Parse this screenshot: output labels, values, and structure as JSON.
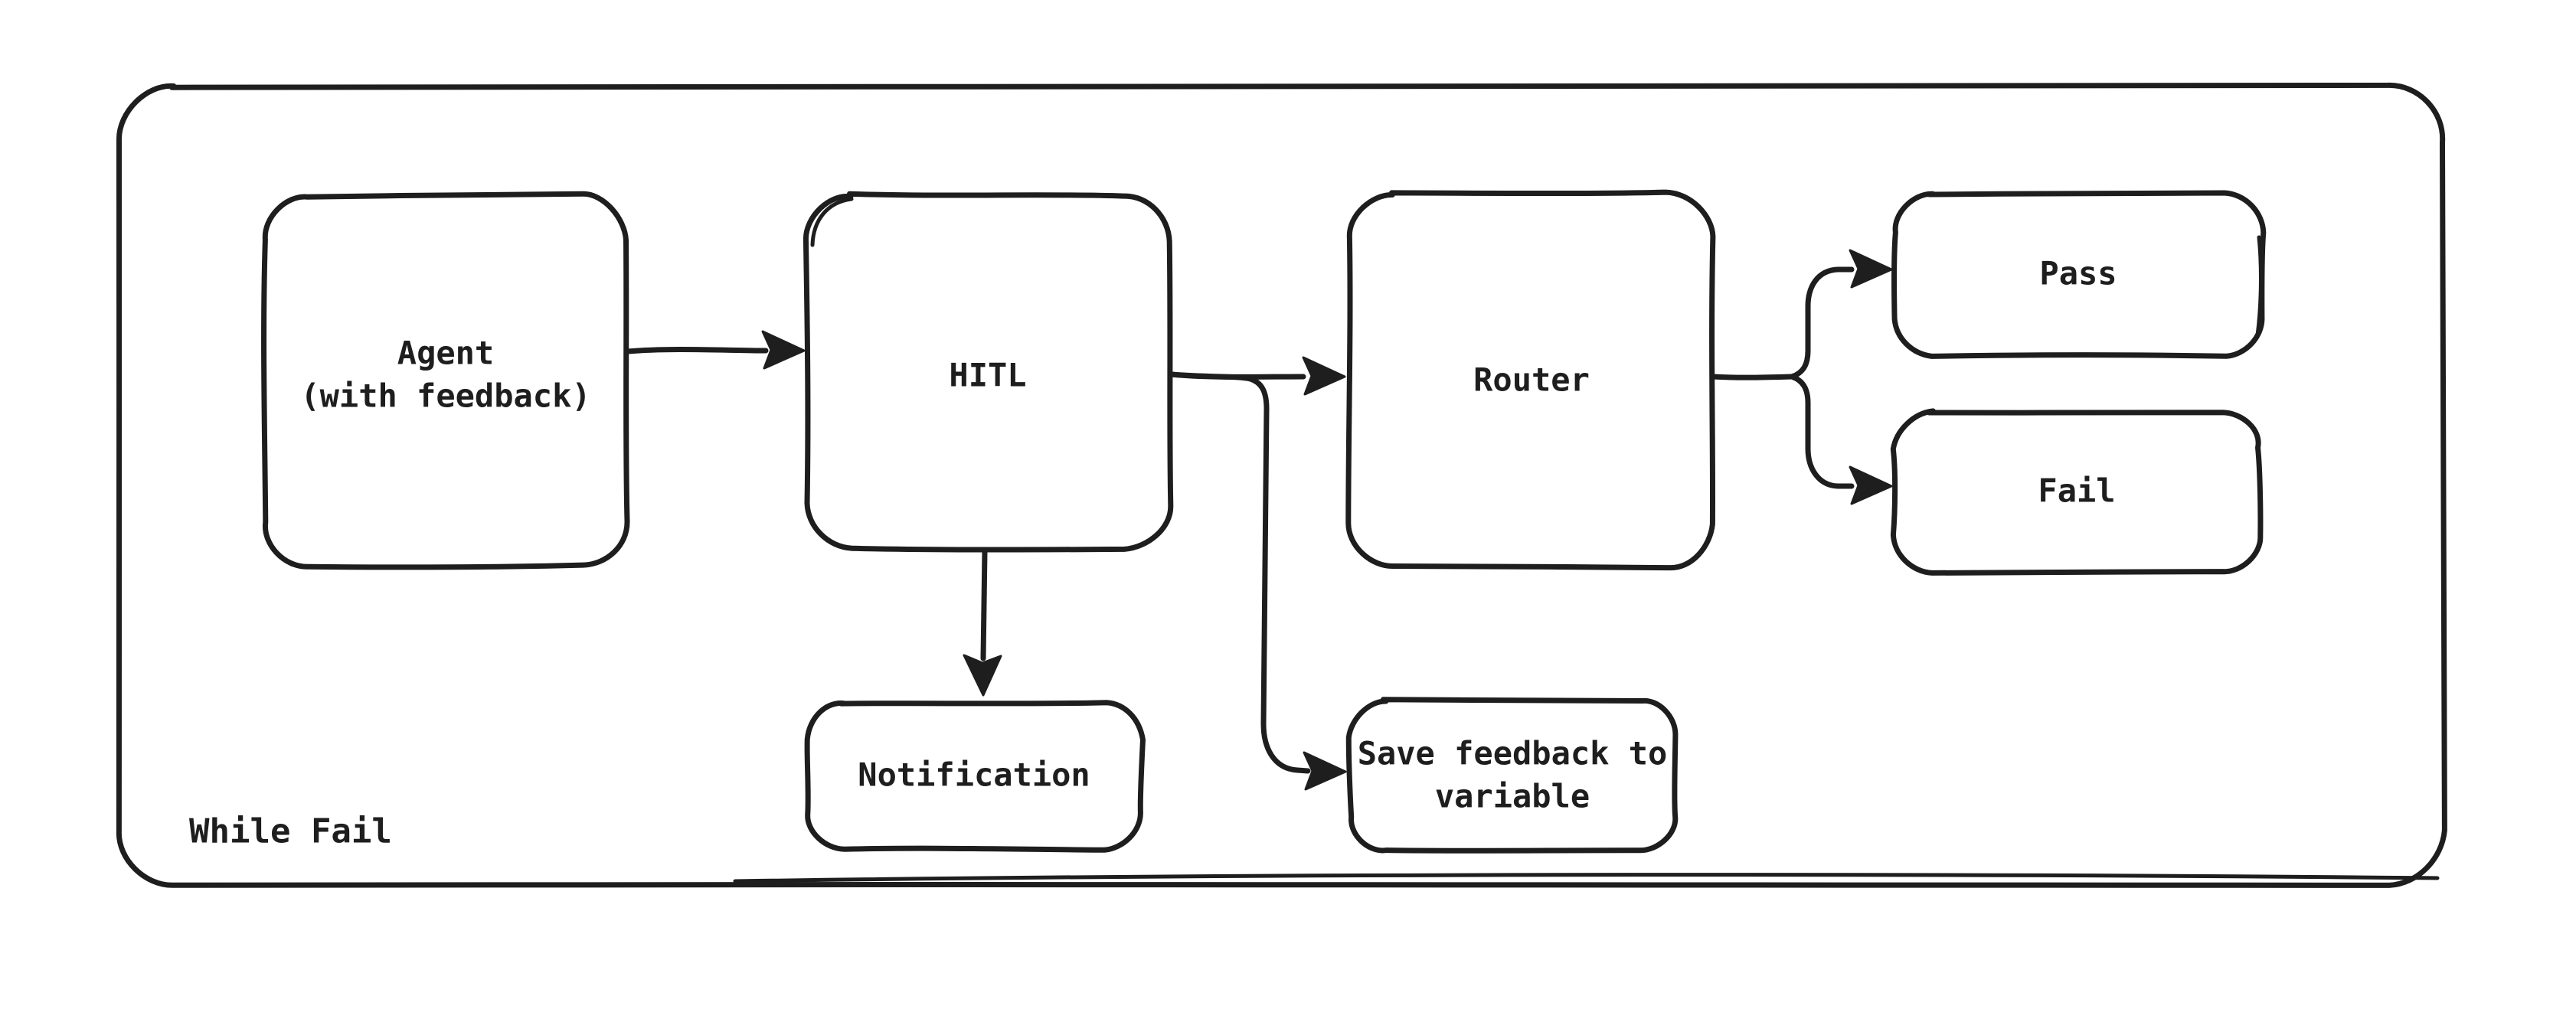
{
  "diagram": {
    "background": "#ffffff",
    "stroke_color": "#1e1e1e",
    "container": {
      "label": "While Fail"
    },
    "nodes": {
      "agent": {
        "label_line1": "Agent",
        "label_line2": "(with feedback)"
      },
      "hitl": {
        "label": "HITL"
      },
      "router": {
        "label": "Router"
      },
      "pass": {
        "label": "Pass"
      },
      "fail": {
        "label": "Fail"
      },
      "notification": {
        "label": "Notification"
      },
      "save_feedback": {
        "label_line1": "Save feedback to",
        "label_line2": "variable"
      }
    }
  }
}
